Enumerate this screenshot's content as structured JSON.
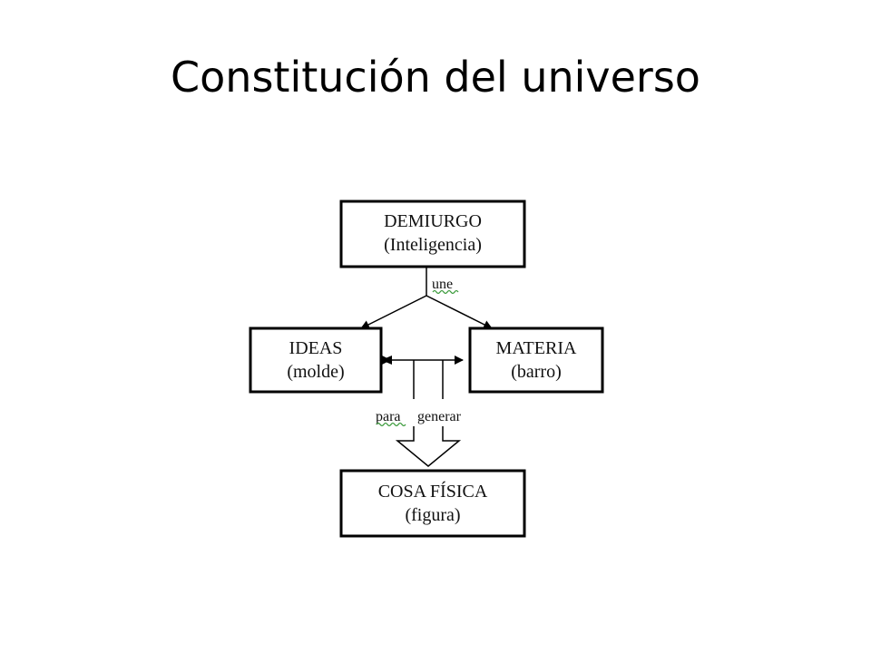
{
  "slide": {
    "title": "Constitución del universo"
  },
  "diagram": {
    "nodes": {
      "demiurgo": {
        "title": "DEMIURGO",
        "subtitle": "(Inteligencia)"
      },
      "ideas": {
        "title": "IDEAS",
        "subtitle": "(molde)"
      },
      "materia": {
        "title": "MATERIA",
        "subtitle": "(barro)"
      },
      "cosa_fisica": {
        "title": "COSA FÍSICA",
        "subtitle": "(figura)"
      }
    },
    "edges": {
      "une_label": "une",
      "generar_label_1": "para",
      "generar_label_2": "generar"
    }
  }
}
